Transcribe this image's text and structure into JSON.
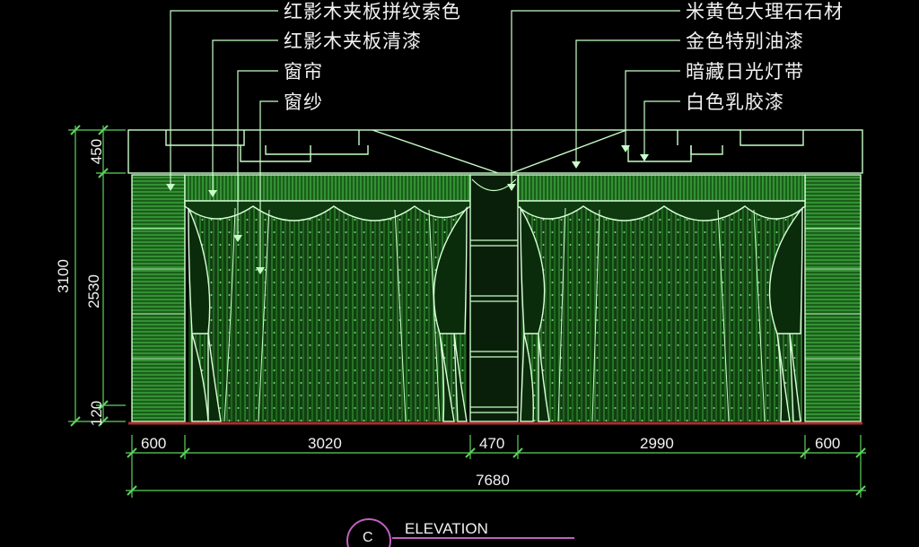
{
  "annotations_left": [
    "红影木夹板拼纹索色",
    "红影木夹板清漆",
    "窗帘",
    "窗纱"
  ],
  "annotations_right": [
    "米黄色大理石石材",
    "金色特别油漆",
    "暗藏日光灯带",
    "白色乳胶漆"
  ],
  "horizontal_dims": [
    "600",
    "3020",
    "470",
    "2990",
    "600"
  ],
  "total_width": "7680",
  "vertical_dims": [
    "450",
    "3100",
    "2530",
    "120"
  ],
  "view_title": "ELEVATION",
  "view_mark": "C",
  "colors": {
    "line": "#c8ffc8",
    "fill": "#1e6b1e",
    "dim": "#5dd35d",
    "mark": "#c060c0",
    "floor": "#a83030"
  }
}
